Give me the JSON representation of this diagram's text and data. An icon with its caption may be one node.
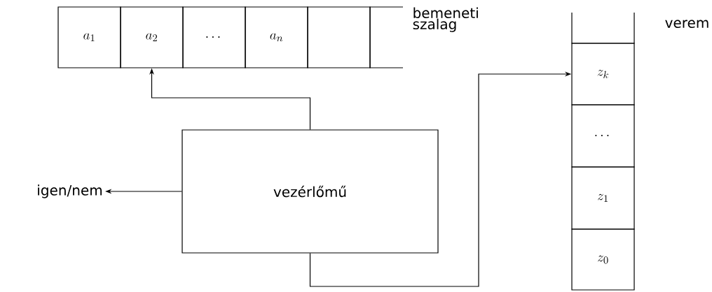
{
  "diagram": {
    "nodes": [
      {
        "text": [
          "a_1"
        ]
      },
      {
        "text": [
          "a_2"
        ]
      },
      {
        "text": [
          "\\cdots"
        ]
      },
      {
        "text": [
          "a_n"
        ]
      },
      {
        "text": [],
        "shape": "box"
      },
      {
        "text": [],
        "shape": "box"
      },
      {
        "text": [],
        "shape": "box"
      },
      {
        "text": [
          "z_k"
        ]
      },
      {
        "text": [
          "\\cdots"
        ]
      },
      {
        "text": [
          "z_1"
        ]
      },
      {
        "text": [
          "z_0"
        ]
      },
      {
        "text": [
          "vezérlőmű"
        ]
      },
      {
        "text": [
          "igen/nem"
        ]
      }
    ],
    "edges": [
      {
        "from": 11,
        "to": 1,
        "arrow": "to"
      },
      {
        "from": 11,
        "to": 7,
        "arrow": "to"
      },
      {
        "from": 11,
        "to": 12,
        "arrow": "to"
      }
    ],
    "labels": [
      "bemeneti szalag",
      "verem"
    ]
  }
}
